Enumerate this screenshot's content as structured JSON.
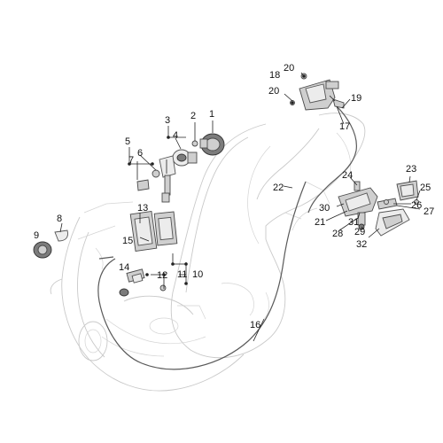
{
  "callouts": {
    "c1": "1",
    "c2": "2",
    "c3": "3",
    "c4": "4",
    "c5": "5",
    "c6": "6",
    "c7": "7",
    "c8": "8",
    "c9": "9",
    "c10": "10",
    "c11": "11",
    "c12": "12",
    "c13": "13",
    "c14": "14",
    "c15": "15",
    "c16": "16",
    "c17": "17",
    "c18": "18",
    "c19": "19",
    "c20a": "20",
    "c20b": "20",
    "c21": "21",
    "c22": "22",
    "c23": "23",
    "c24": "24",
    "c25": "25",
    "c26": "26",
    "c27": "27",
    "c28": "28",
    "c29": "29",
    "c30": "30",
    "c31": "31",
    "c32": "32"
  },
  "colors": {
    "frame": "#c9c9c9",
    "parts": "#cfcfcf",
    "labels": "#111111"
  }
}
